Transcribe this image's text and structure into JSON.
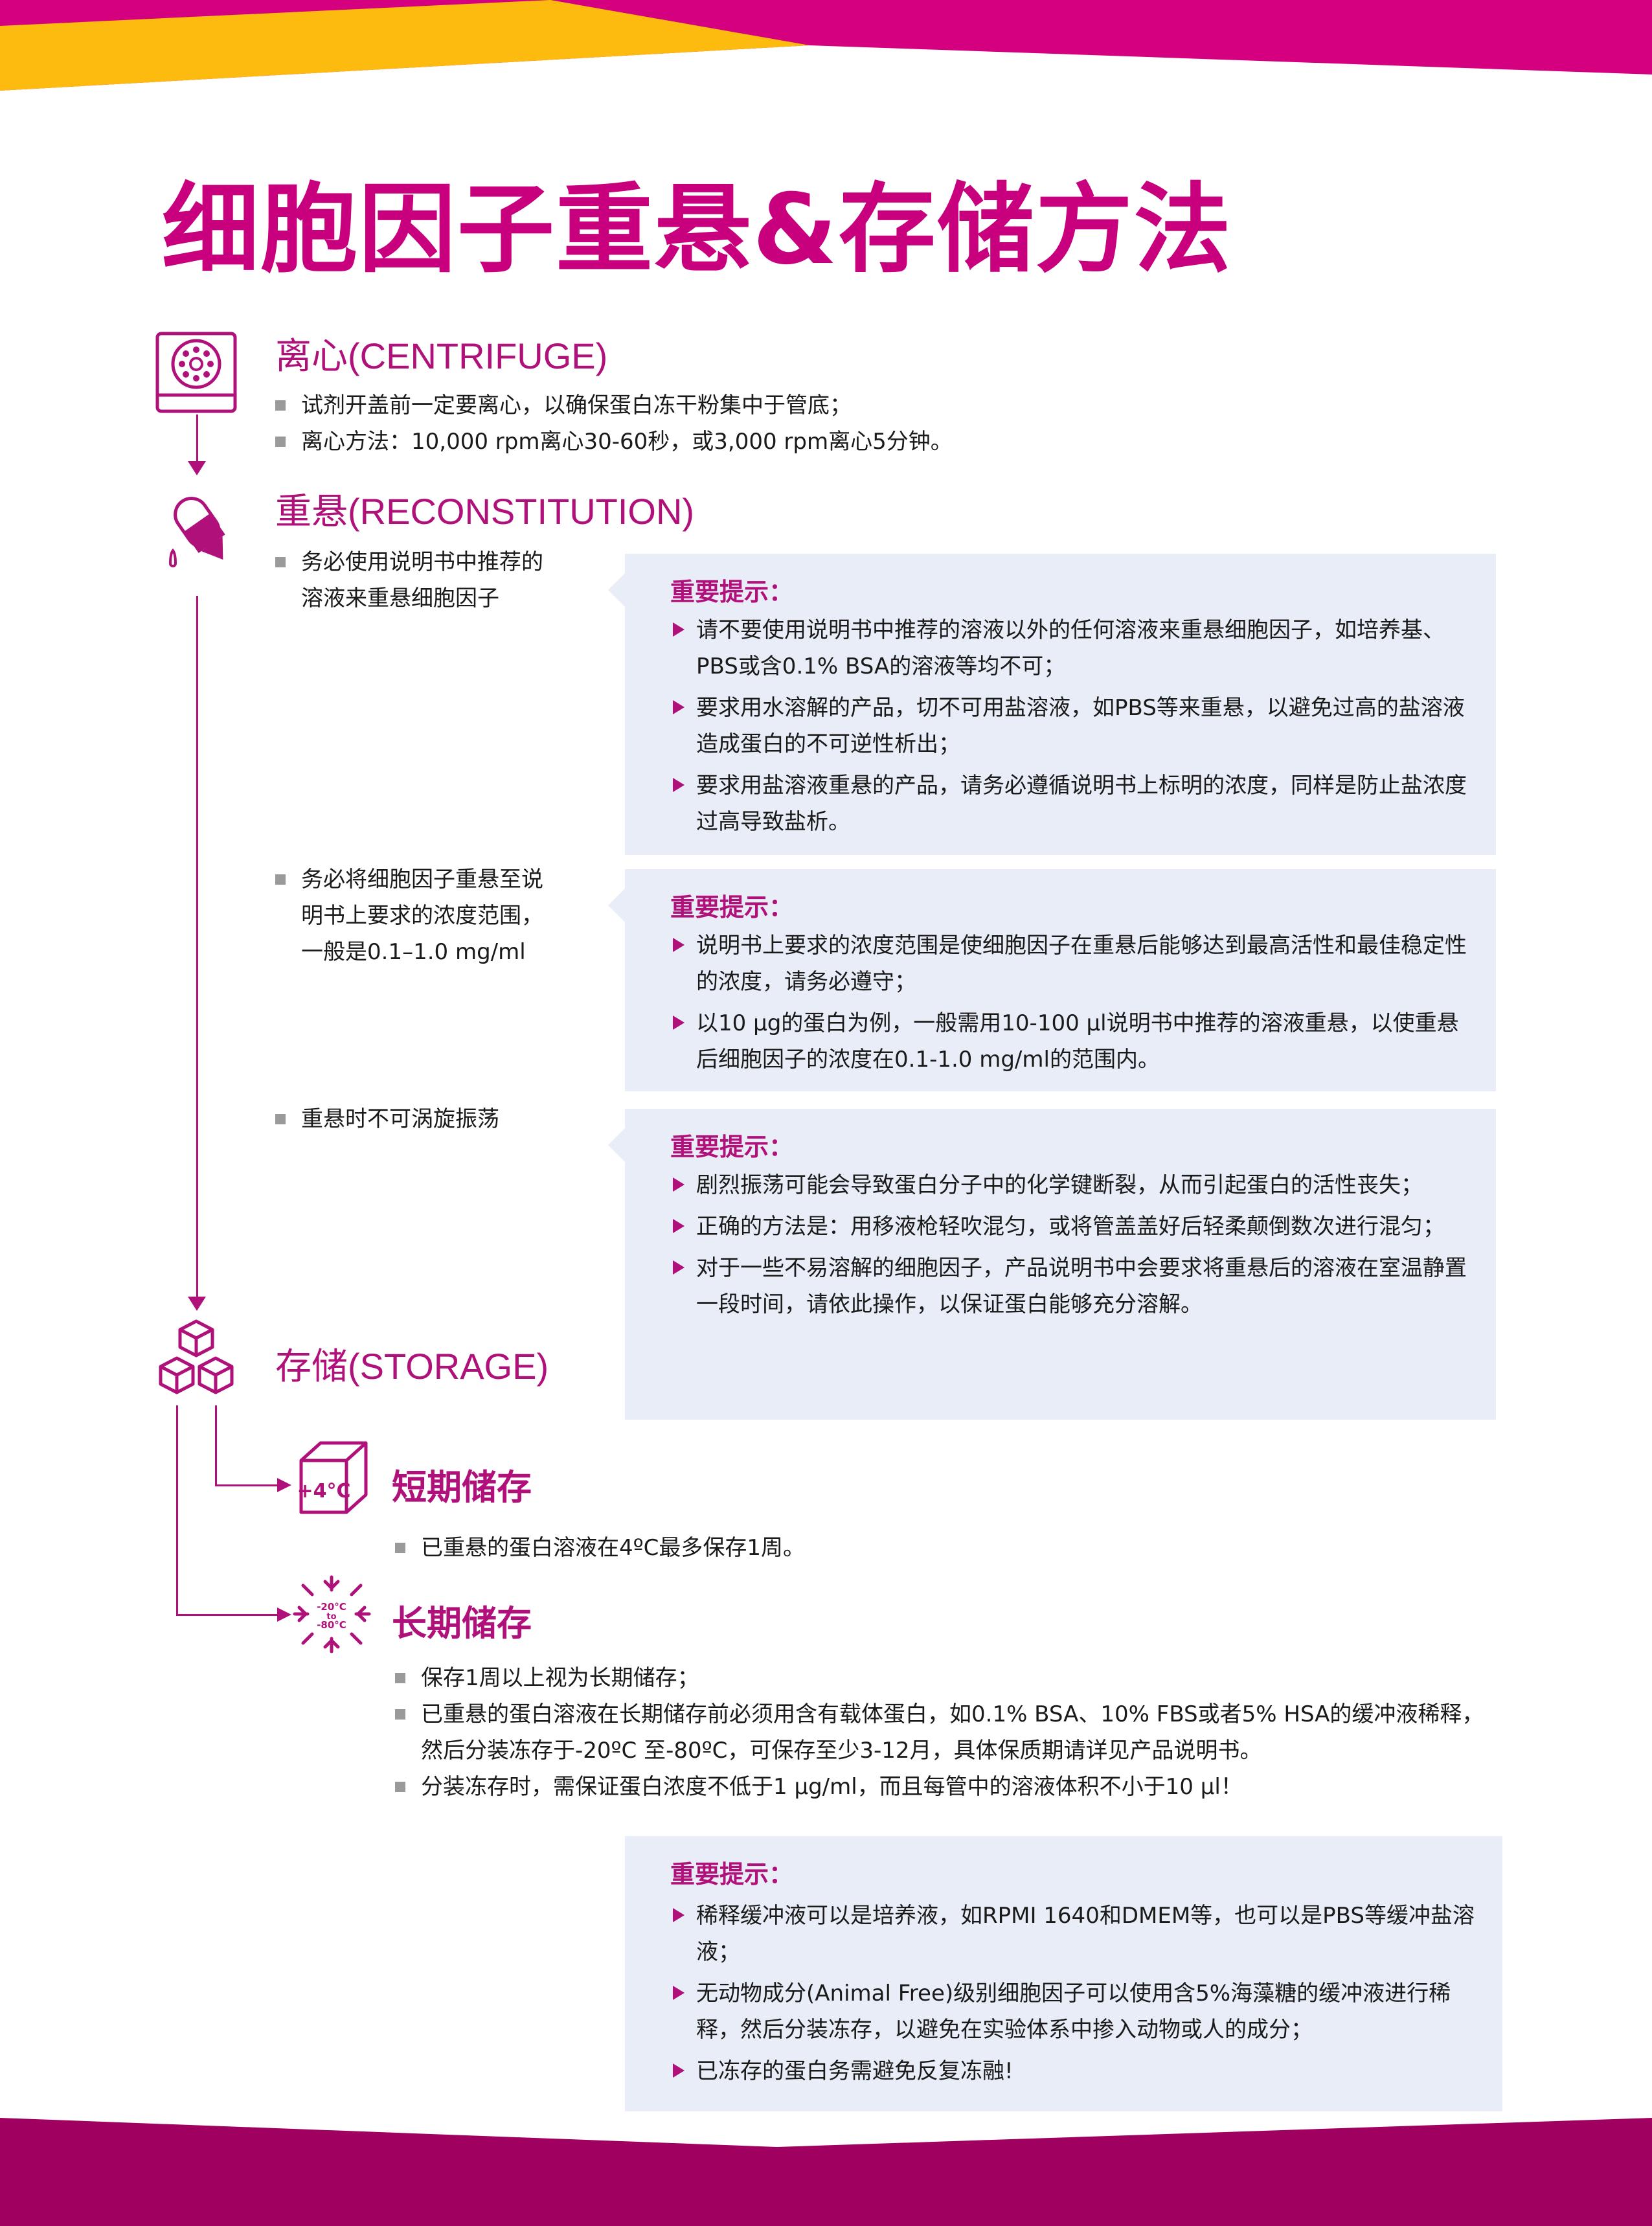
{
  "title": "细胞因子重悬&存储方法",
  "colors": {
    "accent": "#b0107a",
    "magenta": "#d4007f",
    "yellow": "#fdbb10",
    "tip_bg": "#e9edf7"
  },
  "centrifuge": {
    "heading": "离心(CENTRIFUGE)",
    "icon": "centrifuge-icon",
    "bullets": [
      "试剂开盖前一定要离心，以确保蛋白冻干粉集中于管底；",
      "离心方法：10,000 rpm离心30-60秒，或3,000 rpm离心5分钟。"
    ]
  },
  "reconstitution": {
    "heading": "重悬(RECONSTITUTION)",
    "icon": "pipette-icon",
    "notes": [
      {
        "lines": [
          "务必使用说明书中推荐的",
          "溶液来重悬细胞因子"
        ],
        "tip_title": "重要提示：",
        "tips": [
          "请不要使用说明书中推荐的溶液以外的任何溶液来重悬细胞因子，如培养基、PBS或含0.1% BSA的溶液等均不可；",
          "要求用水溶解的产品，切不可用盐溶液，如PBS等来重悬，以避免过高的盐溶液造成蛋白的不可逆性析出；",
          "要求用盐溶液重悬的产品，请务必遵循说明书上标明的浓度，同样是防止盐浓度过高导致盐析。"
        ]
      },
      {
        "lines": [
          "务必将细胞因子重悬至说",
          "明书上要求的浓度范围，",
          "一般是0.1–1.0 mg/ml"
        ],
        "tip_title": "重要提示：",
        "tips": [
          "说明书上要求的浓度范围是使细胞因子在重悬后能够达到最高活性和最佳稳定性的浓度，请务必遵守；",
          "以10 μg的蛋白为例，一般需用10-100 μl说明书中推荐的溶液重悬，以使重悬后细胞因子的浓度在0.1-1.0 mg/ml的范围内。"
        ]
      },
      {
        "lines": [
          "重悬时不可涡旋振荡"
        ],
        "tip_title": "重要提示：",
        "tips": [
          "剧烈振荡可能会导致蛋白分子中的化学键断裂，从而引起蛋白的活性丧失；",
          "正确的方法是：用移液枪轻吹混匀，或将管盖盖好后轻柔颠倒数次进行混匀；",
          "对于一些不易溶解的细胞因子，产品说明书中会要求将重悬后的溶液在室温静置一段时间，请依此操作，以保证蛋白能够充分溶解。"
        ]
      }
    ]
  },
  "storage": {
    "heading": "存储(STORAGE)",
    "icon": "cubes-icon",
    "short_term": {
      "heading": "短期储存",
      "icon_label": "+4°C",
      "bullets": [
        "已重悬的蛋白溶液在4ºC最多保存1周。"
      ]
    },
    "long_term": {
      "heading": "长期储存",
      "icon_label": [
        "-20°C",
        "to",
        "-80°C"
      ],
      "bullets": [
        "保存1周以上视为长期储存；",
        "已重悬的蛋白溶液在长期储存前必须用含有载体蛋白，如0.1% BSA、10% FBS或者5% HSA的缓冲液稀释，然后分装冻存于-20ºC 至-80ºC，可保存至少3-12月，具体保质期请详见产品说明书。",
        "分装冻存时，需保证蛋白浓度不低于1 μg/ml，而且每管中的溶液体积不小于10 μl！"
      ],
      "tip_title": "重要提示：",
      "tips": [
        "稀释缓冲液可以是培养液，如RPMI 1640和DMEM等，也可以是PBS等缓冲盐溶液；",
        "无动物成分(Animal Free)级别细胞因子可以使用含5%海藻糖的缓冲液进行稀释，然后分装冻存，以避免在实验体系中掺入动物或人的成分；",
        "已冻存的蛋白务需避免反复冻融!"
      ]
    }
  }
}
